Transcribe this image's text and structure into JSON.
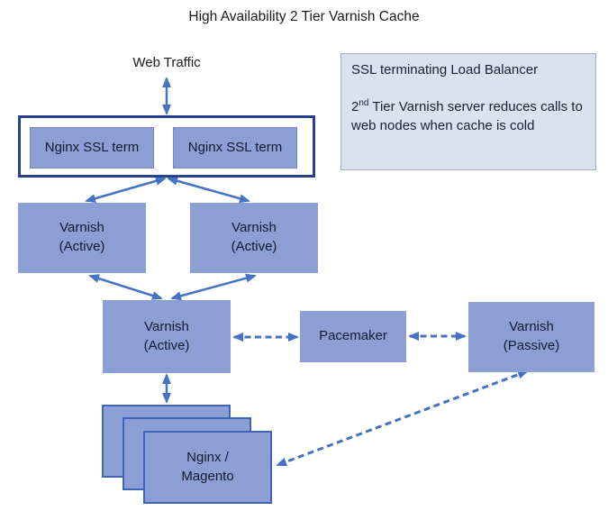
{
  "title": "High Availability 2 Tier Varnish Cache",
  "labels": {
    "web_traffic": "Web Traffic"
  },
  "nodes": {
    "nginx_ssl_left": "Nginx SSL term",
    "nginx_ssl_right": "Nginx SSL term",
    "varnish_active_left": "Varnish\n(Active)",
    "varnish_active_right": "Varnish\n(Active)",
    "varnish_active_tier2": "Varnish\n(Active)",
    "pacemaker": "Pacemaker",
    "varnish_passive": "Varnish\n(Passive)",
    "web_node": "Nginx /\nMagento"
  },
  "note": {
    "line1": "SSL terminating Load Balancer",
    "line2_num": "2",
    "line2_sup": "nd",
    "line2_rest": " Tier Varnish server reduces calls to web nodes when cache is cold"
  },
  "colors": {
    "node_fill": "#8C9FD4",
    "stack_border": "#4065B6",
    "container_border": "#27418F",
    "arrow": "#4472C4",
    "note_fill": "#DBE1EF",
    "note_border": "#A8B0C6"
  }
}
